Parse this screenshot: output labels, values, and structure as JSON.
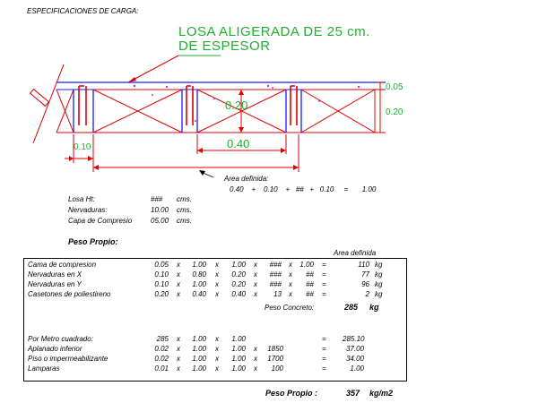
{
  "header": "ESPECIFICACIONES DE CARGA:",
  "slab_title_line1": "LOSA ALIGERADA DE 25 cm.",
  "slab_title_line2": "DE ESPESOR",
  "dims": {
    "top_thickness": "0.05",
    "block_height_right": "0.20",
    "block_height_inner": "0.20",
    "block_width": "0.40",
    "rib_width": "0.10"
  },
  "area_label": "Area definida:",
  "area_formula": [
    "0.40",
    "+",
    "0.10",
    "+",
    "##",
    "+",
    "0.10",
    "=",
    "1.00"
  ],
  "params": [
    {
      "label": "Losa Ht:",
      "value": "###",
      "unit": "cms."
    },
    {
      "label": "Nervaduras:",
      "value": "10.00",
      "unit": "cms."
    },
    {
      "label": "Capa de Compresio",
      "value": "05.00",
      "unit": "cms."
    }
  ],
  "peso_propio_title": "Peso Propio:",
  "table_header_area": "Area definida",
  "rows": [
    {
      "label": "Cama de compresion",
      "a": "0.05",
      "x1": "x",
      "b": "1.00",
      "x2": "x",
      "c": "1.00",
      "x3": "x",
      "d": "###",
      "x4": "x",
      "e": "1.00",
      "eq": "=",
      "res": "110",
      "unit": "kg"
    },
    {
      "label": "Nervaduras en X",
      "a": "0.10",
      "x1": "x",
      "b": "0.80",
      "x2": "x",
      "c": "0.20",
      "x3": "x",
      "d": "###",
      "x4": "x",
      "e": "##",
      "eq": "=",
      "res": "77",
      "unit": "kg"
    },
    {
      "label": "Nervaduras en Y",
      "a": "0.10",
      "x1": "x",
      "b": "1.00",
      "x2": "x",
      "c": "0.20",
      "x3": "x",
      "d": "###",
      "x4": "x",
      "e": "##",
      "eq": "=",
      "res": "96",
      "unit": "kg"
    },
    {
      "label": "Casetones de poliestireno",
      "a": "0.20",
      "x1": "x",
      "b": "0.40",
      "x2": "x",
      "c": "0.40",
      "x3": "x",
      "d": "13",
      "x4": "x",
      "e": "##",
      "eq": "=",
      "res": "2",
      "unit": "kg"
    }
  ],
  "peso_concreto_label": "Peso Concreto:",
  "peso_concreto_value": "285",
  "peso_concreto_unit": "kg",
  "rows2": [
    {
      "label": "Por Metro cuadrado:",
      "a": "285",
      "x1": "x",
      "b": "1.00",
      "x2": "x",
      "c": "1.00",
      "x3": "",
      "d": "",
      "eq": "=",
      "res": "285.10"
    },
    {
      "label": "Aplanado inferior",
      "a": "0.02",
      "x1": "x",
      "b": "1.00",
      "x2": "x",
      "c": "1.00",
      "x3": "x",
      "d": "1850",
      "eq": "=",
      "res": "37.00"
    },
    {
      "label": "Piso o impermeabilizante",
      "a": "0.02",
      "x1": "x",
      "b": "1.00",
      "x2": "x",
      "c": "1.00",
      "x3": "x",
      "d": "1700",
      "eq": "=",
      "res": "34.00"
    },
    {
      "label": "Lamparas",
      "a": "0.01",
      "x1": "x",
      "b": "1.00",
      "x2": "x",
      "c": "1.00",
      "x3": "x",
      "d": "100",
      "eq": "=",
      "res": "1.00"
    }
  ],
  "total_label": "Peso Propio :",
  "total_value": "357",
  "total_unit": "kg/m2",
  "colors": {
    "green": "#1fae2d",
    "blue": "#1a1aff",
    "red": "#e00000",
    "magenta": "#cc33cc"
  }
}
